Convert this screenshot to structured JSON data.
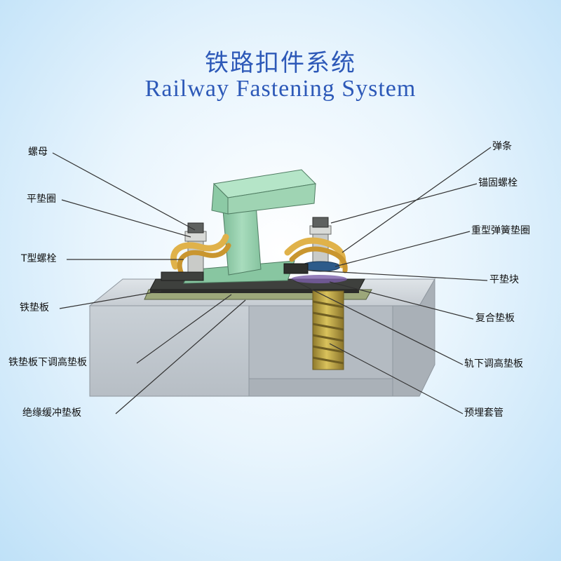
{
  "title": {
    "cn": "铁路扣件系统",
    "en": "Railway Fastening System"
  },
  "labels": {
    "nut": "螺母",
    "flat_washer": "平垫圈",
    "t_bolt": "T型螺栓",
    "iron_pad": "铁垫板",
    "iron_pad_shim": "铁垫板下调高垫板",
    "insulating_pad": "绝缘缓冲垫板",
    "elastic_bar": "弹条",
    "anchor_bolt": "锚固螺栓",
    "heavy_spring_washer": "重型弹簧垫圈",
    "flat_block": "平垫块",
    "composite_pad": "复合垫板",
    "rail_shim": "轨下调高垫板",
    "embedded_sleeve": "预埋套管"
  },
  "colors": {
    "title": "#2d59b8",
    "rail": "#9fd4b3",
    "concrete": "#c8cfd6",
    "clip": "#e0b24a",
    "bolt": "#c9ad4c",
    "plate": "#3b3d3a",
    "leader": "#333333"
  }
}
